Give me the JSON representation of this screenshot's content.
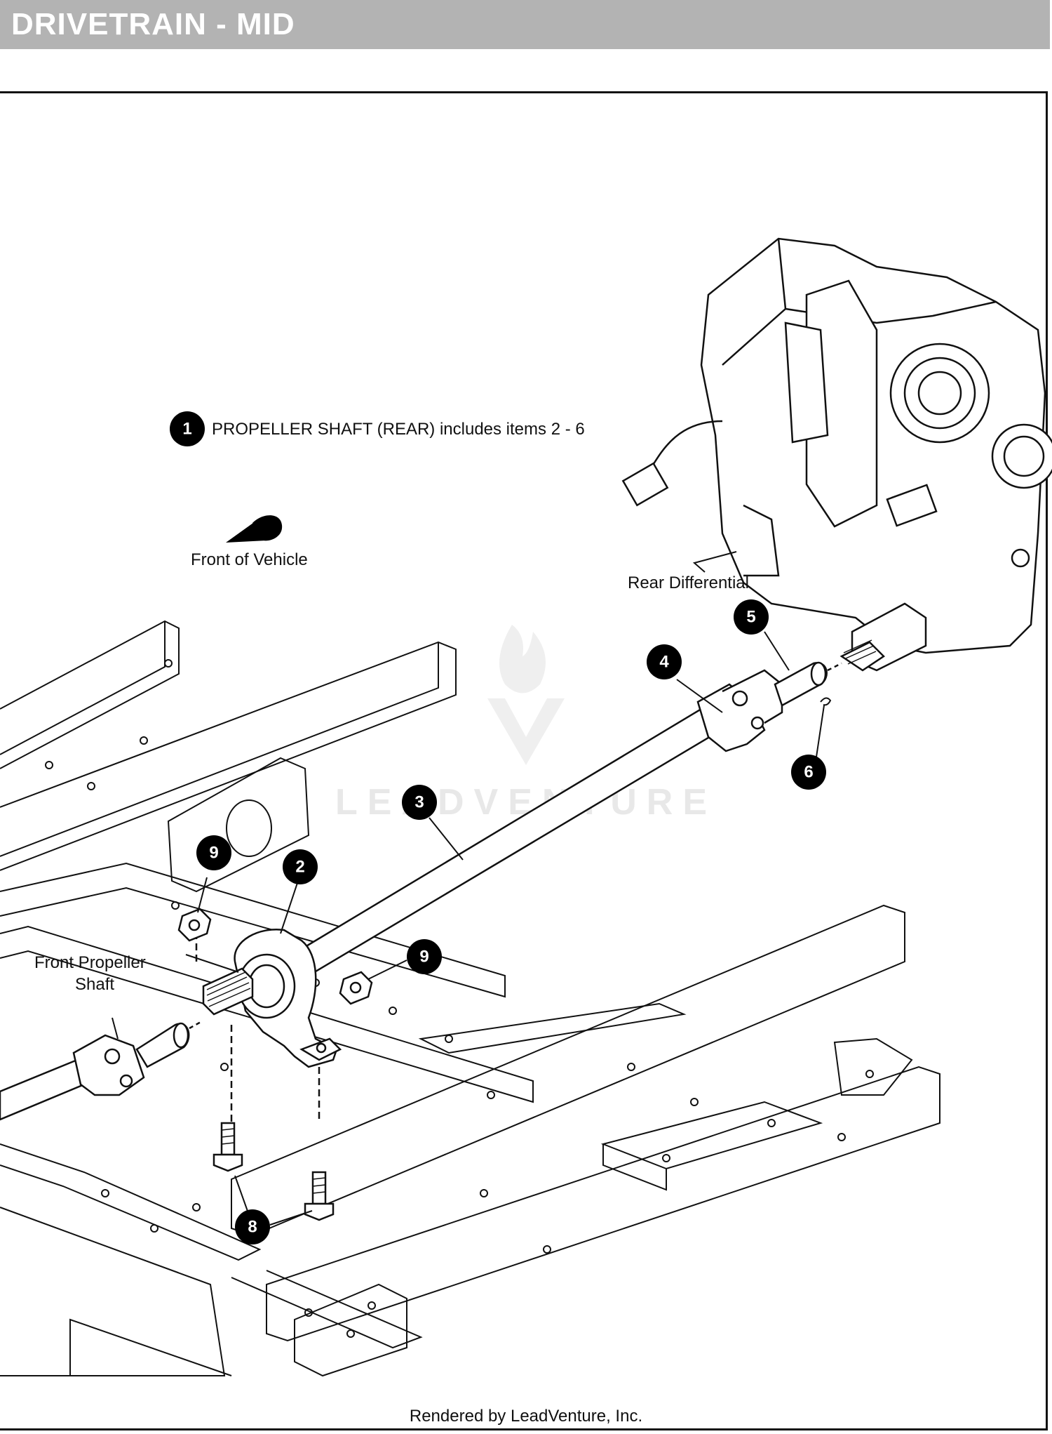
{
  "header": {
    "title": "DRIVETRAIN - MID"
  },
  "watermark": {
    "text": "LEADVENTURE"
  },
  "labels": {
    "item1_desc": "PROPELLER SHAFT (REAR) includes items 2 - 6",
    "front_of_vehicle": "Front of Vehicle",
    "rear_differential": "Rear Differential",
    "front_propeller_line1": "Front Propeller",
    "front_propeller_line2": "Shaft"
  },
  "callouts": {
    "c1": "1",
    "c2": "2",
    "c3": "3",
    "c4": "4",
    "c5": "5",
    "c6": "6",
    "c8": "8",
    "c9a": "9",
    "c9b": "9"
  },
  "footer": {
    "text": "Rendered by LeadVenture, Inc."
  },
  "colors": {
    "header_bg": "#b3b3b3",
    "line": "#111111",
    "callout_bg": "#000000"
  }
}
